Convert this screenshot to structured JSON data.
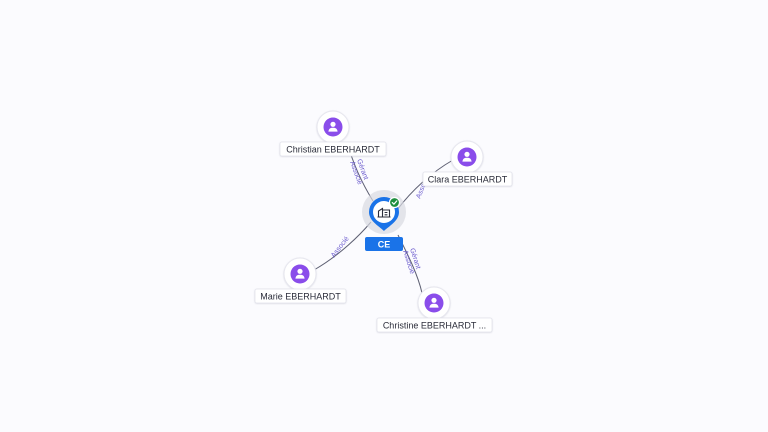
{
  "company": {
    "label": "CE",
    "icon": "building-icon",
    "status_icon": "check-badge-icon",
    "accent_color": "#1a73e8",
    "status_color": "#1e8e3e"
  },
  "people": [
    {
      "id": "christian",
      "name": "Christian EBERHARDT",
      "icon": "person-icon",
      "roles": [
        "Gérant",
        "Associé"
      ]
    },
    {
      "id": "clara",
      "name": "Clara EBERHARDT",
      "icon": "person-icon",
      "roles": [
        "Asso"
      ]
    },
    {
      "id": "marie",
      "name": "Marie EBERHARDT",
      "icon": "person-icon",
      "roles": [
        "Associé"
      ]
    },
    {
      "id": "christine",
      "name": "Christine EBERHARDT ...",
      "icon": "person-icon",
      "roles": [
        "Gérant",
        "Associé"
      ]
    }
  ],
  "person_color": "#8a4dea"
}
